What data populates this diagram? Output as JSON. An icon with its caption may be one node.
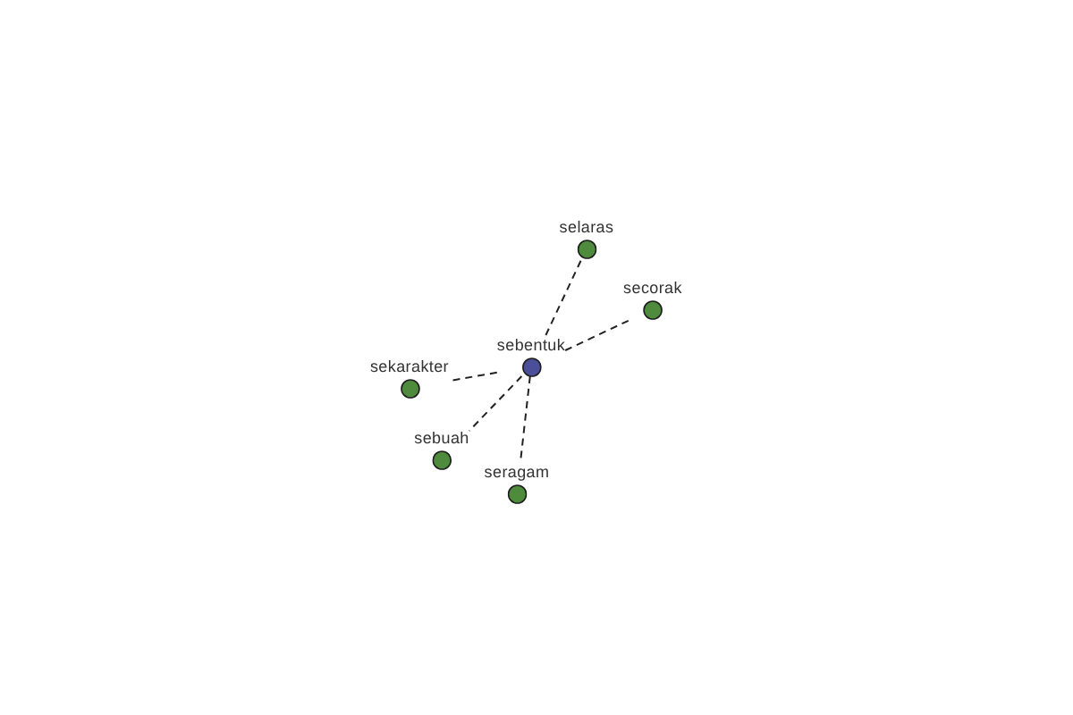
{
  "diagram": {
    "nodes": [
      {
        "text": [
          "selaras"
        ]
      },
      {
        "text": [
          "secorak"
        ]
      },
      {
        "text": [
          "sebentuk"
        ]
      },
      {
        "text": [
          "sekarakter"
        ]
      },
      {
        "text": [
          "sebuah"
        ]
      },
      {
        "text": [
          "seragam"
        ]
      }
    ],
    "edges": [
      {
        "from": 2,
        "to": 0,
        "arrow": "none",
        "style": "dashed"
      },
      {
        "from": 2,
        "to": 1,
        "arrow": "none",
        "style": "dashed"
      },
      {
        "from": 2,
        "to": 3,
        "arrow": "none",
        "style": "dashed"
      },
      {
        "from": 2,
        "to": 4,
        "arrow": "none",
        "style": "dashed"
      },
      {
        "from": 2,
        "to": 5,
        "arrow": "none",
        "style": "dashed"
      }
    ]
  }
}
